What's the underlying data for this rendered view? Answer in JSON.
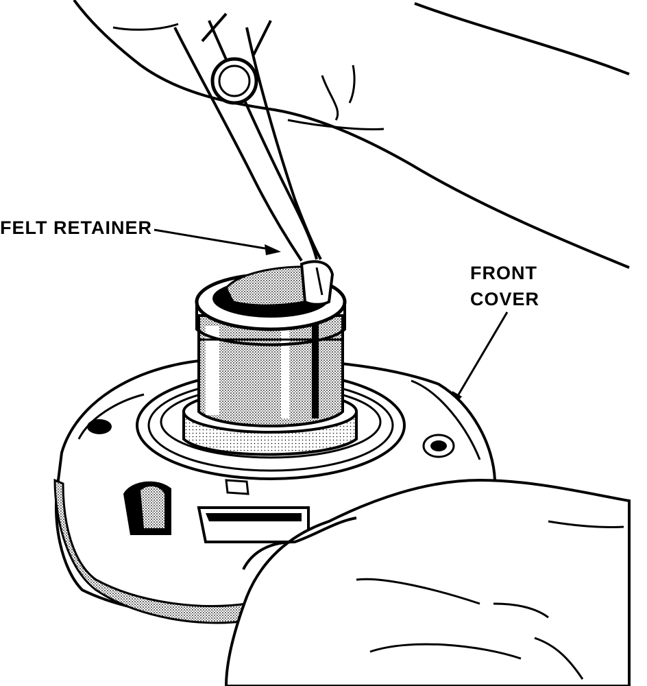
{
  "labels": {
    "felt_retainer": "FELT RETAINER",
    "front_cover_line1": "FRONT",
    "front_cover_line2": "COVER"
  },
  "colors": {
    "ink": "#000000",
    "paper": "#ffffff",
    "shade": "#b0b0b0"
  }
}
